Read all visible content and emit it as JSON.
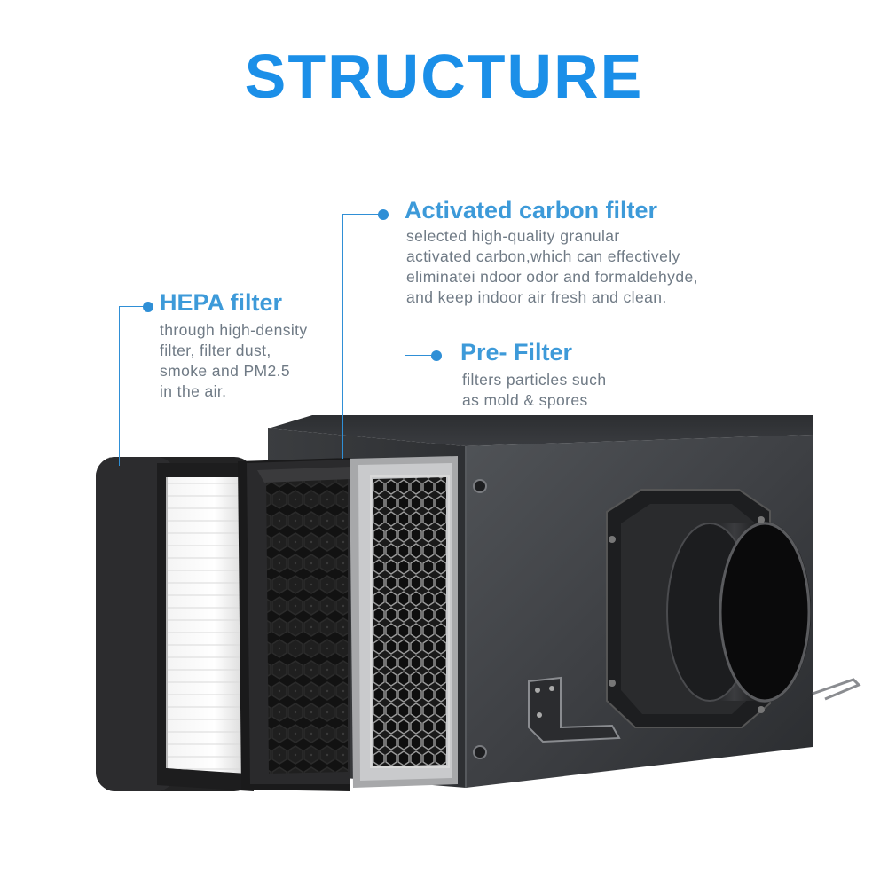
{
  "title": "STRUCTURE",
  "labels": {
    "carbon": {
      "title": "Activated carbon filter",
      "lines": [
        "selected high-quality granular",
        "activated carbon,which can effectively",
        "eliminatei ndoor odor and formaldehyde,",
        "and keep indoor air fresh and clean."
      ]
    },
    "hepa": {
      "title": "HEPA filter",
      "lines": [
        "through high-density",
        "filter, filter dust,",
        "smoke and PM2.5",
        "in the air."
      ]
    },
    "pre": {
      "title": "Pre- Filter",
      "lines": [
        "filters particles such",
        "as mold & spores"
      ]
    }
  },
  "colors": {
    "title": "#1b8fe8",
    "label_title": "#3d9ad9",
    "desc": "#6f7a85",
    "leader": "#2f8fd6",
    "housing": "#3a3c3f"
  }
}
